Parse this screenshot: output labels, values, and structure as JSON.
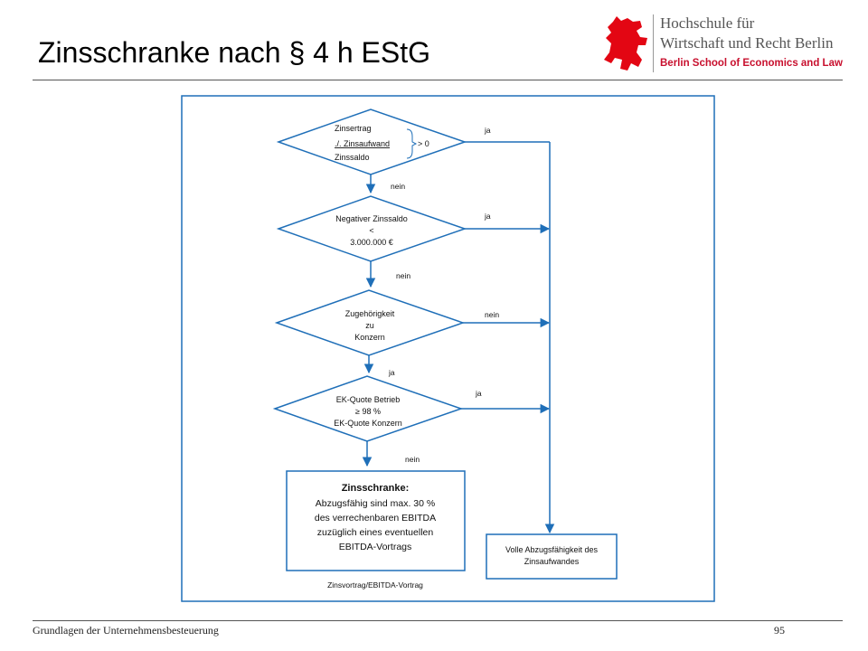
{
  "slide": {
    "title": "Zinsschranke nach § 4 h EStG",
    "footer_left": "Grundlagen der Unternehmensbesteuerung",
    "page_number": "95"
  },
  "logo": {
    "line1": "Hochschule für",
    "line2": "Wirtschaft und Recht Berlin",
    "line3": "Berlin School of Economics and Law"
  },
  "flowchart": {
    "d1": {
      "line1": "Zinsertrag",
      "line2": "./. Zinsaufwand",
      "line3": "Zinssaldo",
      "cmp": "> 0",
      "exit": "ja",
      "down": "nein"
    },
    "d2": {
      "line1": "Negativer Zinssaldo",
      "line2": "<",
      "line3": "3.000.000 €",
      "exit": "ja",
      "down": "nein"
    },
    "d3": {
      "line1": "Zugehörigkeit",
      "line2": "zu",
      "line3": "Konzern",
      "exit": "nein",
      "down": "ja"
    },
    "d4": {
      "line1": "EK-Quote Betrieb",
      "line2": "≥ 98 %",
      "line3": "EK-Quote Konzern",
      "exit": "ja",
      "down": "nein"
    },
    "box_left": {
      "heading": "Zinsschranke:",
      "line1": "Abzugsfähig sind max. 30 %",
      "line2": "des verrechenbaren EBITDA",
      "line3": "zuzüglich eines eventuellen",
      "line4": "EBITDA-Vortrags"
    },
    "box_right": {
      "line1": "Volle Abzugsfähigkeit des",
      "line2": "Zinsaufwandes"
    },
    "footnote": "Zinsvortrag/EBITDA-Vortrag",
    "colors": {
      "line": "#1f6fb8",
      "text": "#111111"
    }
  }
}
